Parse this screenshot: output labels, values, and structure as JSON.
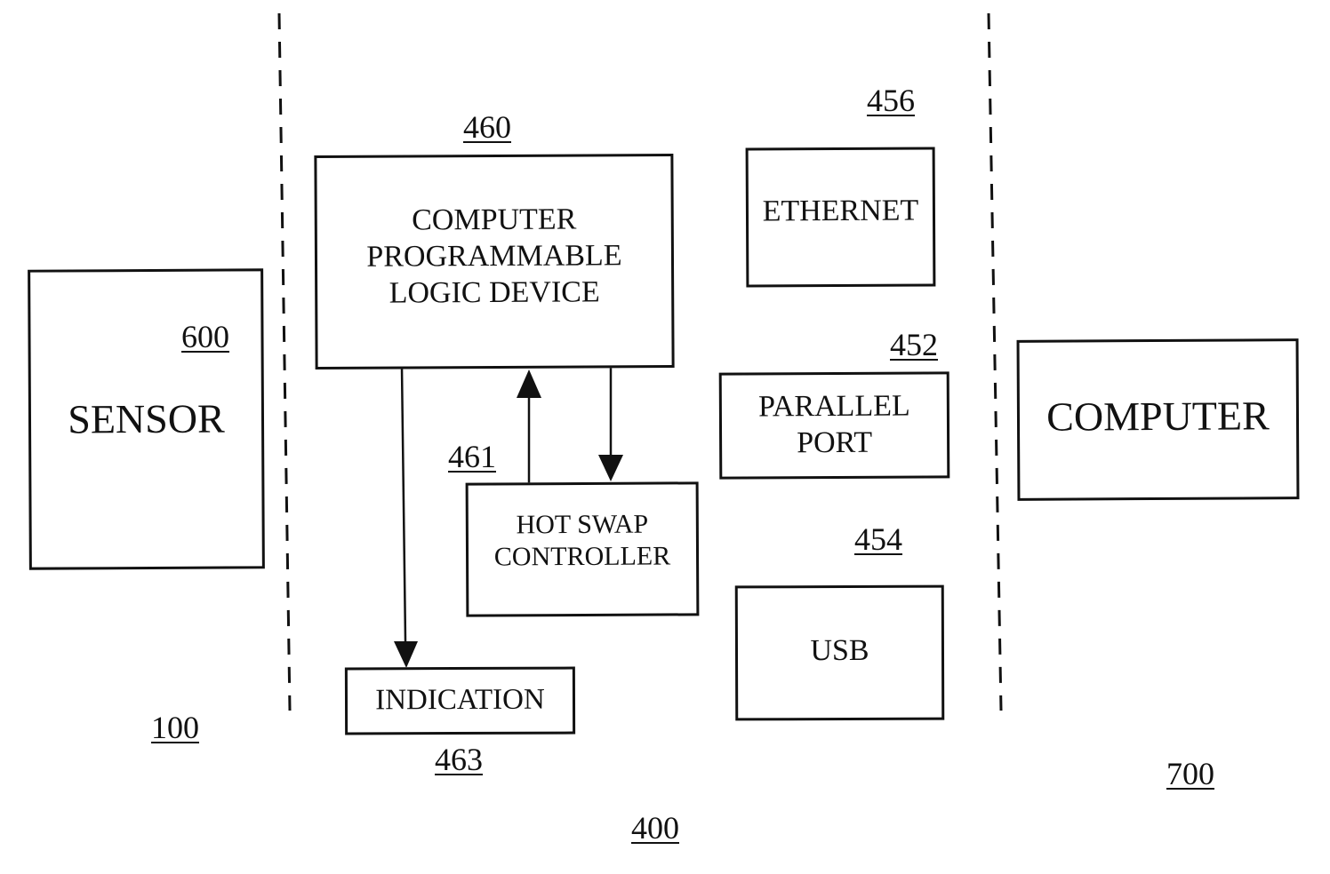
{
  "blocks": {
    "sensor": {
      "label": "SENSOR",
      "ref": "600"
    },
    "cpld": {
      "label": "COMPUTER\nPROGRAMMABLE\nLOGIC DEVICE",
      "ref": "460"
    },
    "hot_swap": {
      "label": "HOT SWAP\nCONTROLLER",
      "ref": "461"
    },
    "indication": {
      "label": "INDICATION",
      "ref": "463"
    },
    "ethernet": {
      "label": "ETHERNET",
      "ref": "456"
    },
    "parallel_port": {
      "label": "PARALLEL\nPORT",
      "ref": "452"
    },
    "usb": {
      "label": "USB",
      "ref": "454"
    },
    "computer": {
      "label": "COMPUTER"
    }
  },
  "regions": {
    "sensor_region": "100",
    "interface_region": "400",
    "computer_region": "700"
  }
}
